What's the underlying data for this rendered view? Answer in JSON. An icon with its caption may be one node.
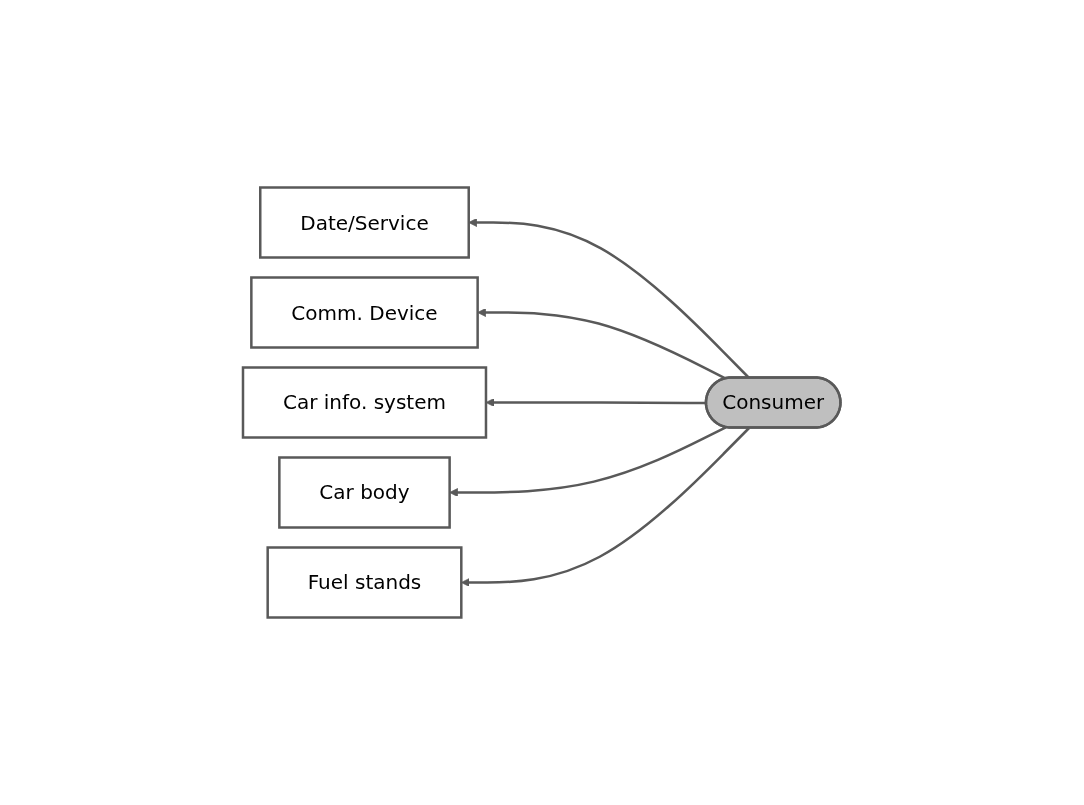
{
  "diagram": {
    "nodes": [
      {
        "text": [
          "Date/Service"
        ]
      },
      {
        "text": [
          "Comm. Device"
        ]
      },
      {
        "text": [
          "Car info. system"
        ]
      },
      {
        "text": [
          "Car body"
        ]
      },
      {
        "text": [
          "Fuel stands"
        ]
      },
      {
        "text": [
          "Consumer"
        ]
      }
    ],
    "edges": [
      {
        "from": 5,
        "to": 0,
        "arrow": "to"
      },
      {
        "from": 5,
        "to": 1,
        "arrow": "to"
      },
      {
        "from": 5,
        "to": 2,
        "arrow": "to"
      },
      {
        "from": 5,
        "to": 3,
        "arrow": "to"
      },
      {
        "from": 5,
        "to": 4,
        "arrow": "to"
      }
    ]
  }
}
